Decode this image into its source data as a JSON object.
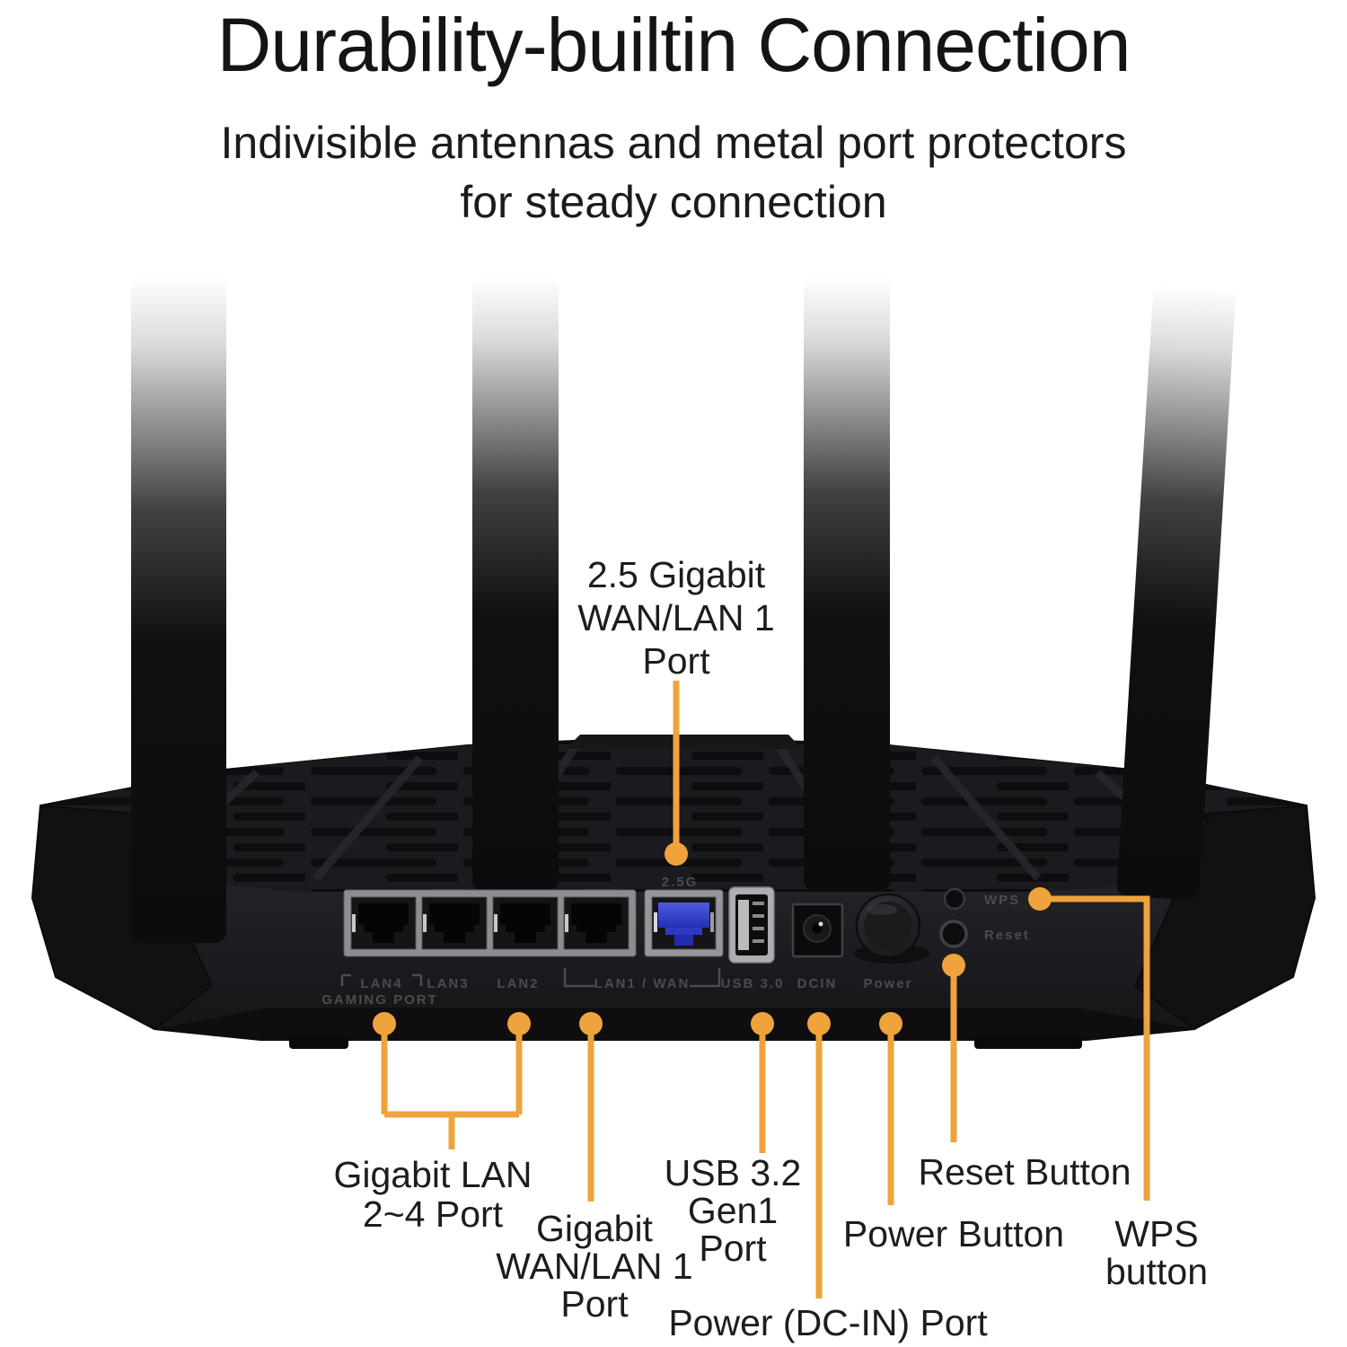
{
  "header": {
    "title": "Durability-builtin Connection",
    "subtitle_line1": "Indivisible antennas and metal port protectors",
    "subtitle_line2": "for steady connection"
  },
  "colors": {
    "accent_orange": "#EFA33C",
    "wan_port_blue": "#3B49CC",
    "body_black": "#1c1c1f",
    "panel_label_gray": "#4b4b50"
  },
  "device": {
    "panel_labels": {
      "speed_2_5g": "2.5G",
      "lan4": "LAN4",
      "gaming_port": "GAMING PORT",
      "lan3": "LAN3",
      "lan2": "LAN2",
      "lan1_wan": "LAN1 / WAN",
      "usb": "USB 3.0",
      "dcin": "DCIN",
      "power": "Power",
      "wps": "WPS",
      "reset": "Reset"
    }
  },
  "callouts": {
    "wan25g": "2.5 Gigabit\nWAN/LAN 1\nPort",
    "gigabit_lan": "Gigabit LAN\n2~4 Port",
    "gigabit_wan": "Gigabit\nWAN/LAN 1\nPort",
    "usb32": "USB 3.2\nGen1\nPort",
    "power_dcin": "Power (DC-IN) Port",
    "power_button": "Power Button",
    "reset_button": "Reset Button",
    "wps_button": "WPS\nbutton"
  }
}
